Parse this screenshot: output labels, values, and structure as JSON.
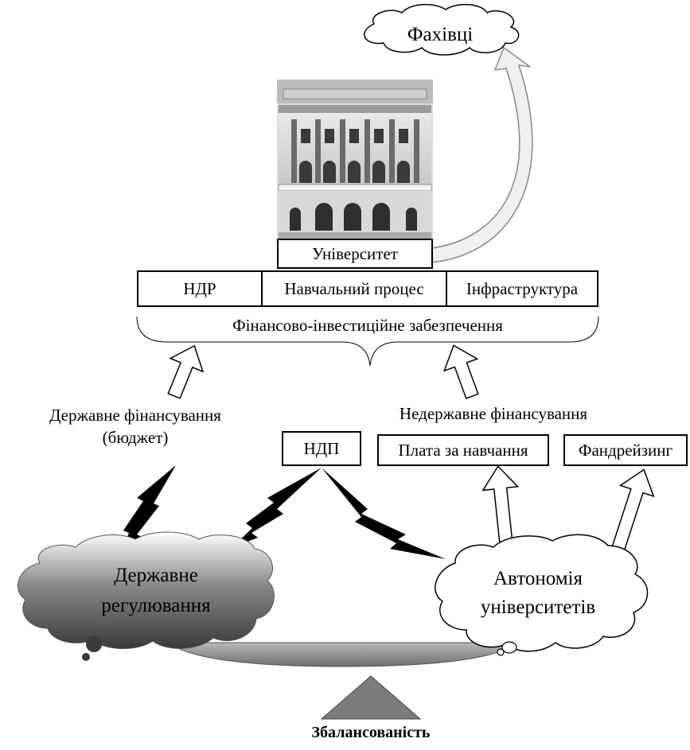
{
  "specialists": "Фахівці",
  "university": "Університет",
  "activities": [
    "НДР",
    "Навчальний процес",
    "Інфраструктура"
  ],
  "financing": "Фінансово-інвестиційне забезпечення",
  "state_funding": [
    "Державне фінансування",
    "(бюджет)"
  ],
  "nonstate_funding": "Недержавне фінансування",
  "ndp": "НДП",
  "tuition": "Плата за навчання",
  "fundraising": "Фандрейзинг",
  "state_regulation": [
    "Державне",
    "регулювання"
  ],
  "autonomy": [
    "Автономія",
    "університетів"
  ],
  "balance": "Збалансованість"
}
